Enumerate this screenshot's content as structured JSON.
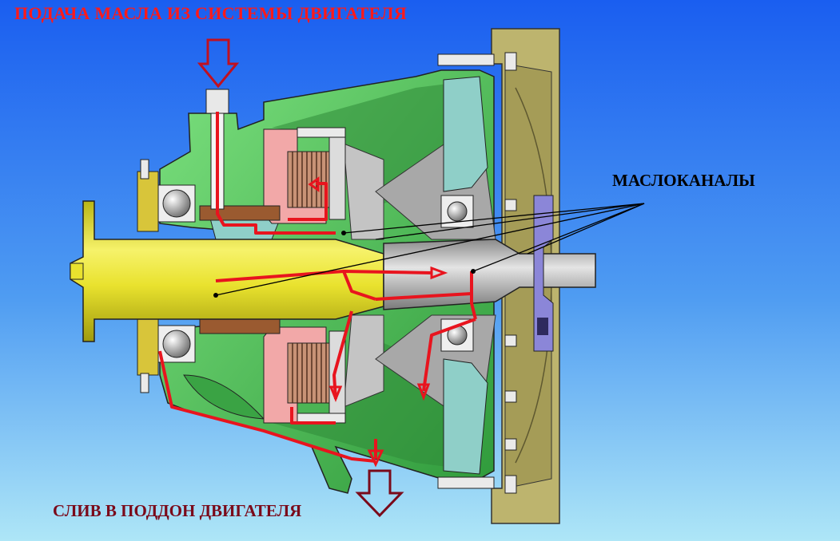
{
  "labels": {
    "oil_supply": "ПОДАЧА МАСЛА ИЗ СИСТЕМЫ ДВИГАТЕЛЯ",
    "oil_channels": "МАСЛОКАНАЛЫ",
    "drain": "СЛИВ В ПОДДОН ДВИГАТЕЛЯ"
  },
  "colors": {
    "background_top": "#1a5ef0",
    "background_bottom": "#aee6f7",
    "oil_supply_label": "#ff1a1a",
    "oil_channels_label": "#000000",
    "drain_label": "#7a0a1a",
    "oil_flow": "#e8141e",
    "housing": "#5fd46a",
    "flywheel": "#b9b06a",
    "shaft": "#f2ee3a",
    "turbine": "#b9b9b9"
  },
  "icons": {
    "supply_arrow": "down-arrow-outline",
    "drain_arrow": "down-arrow-outline"
  }
}
